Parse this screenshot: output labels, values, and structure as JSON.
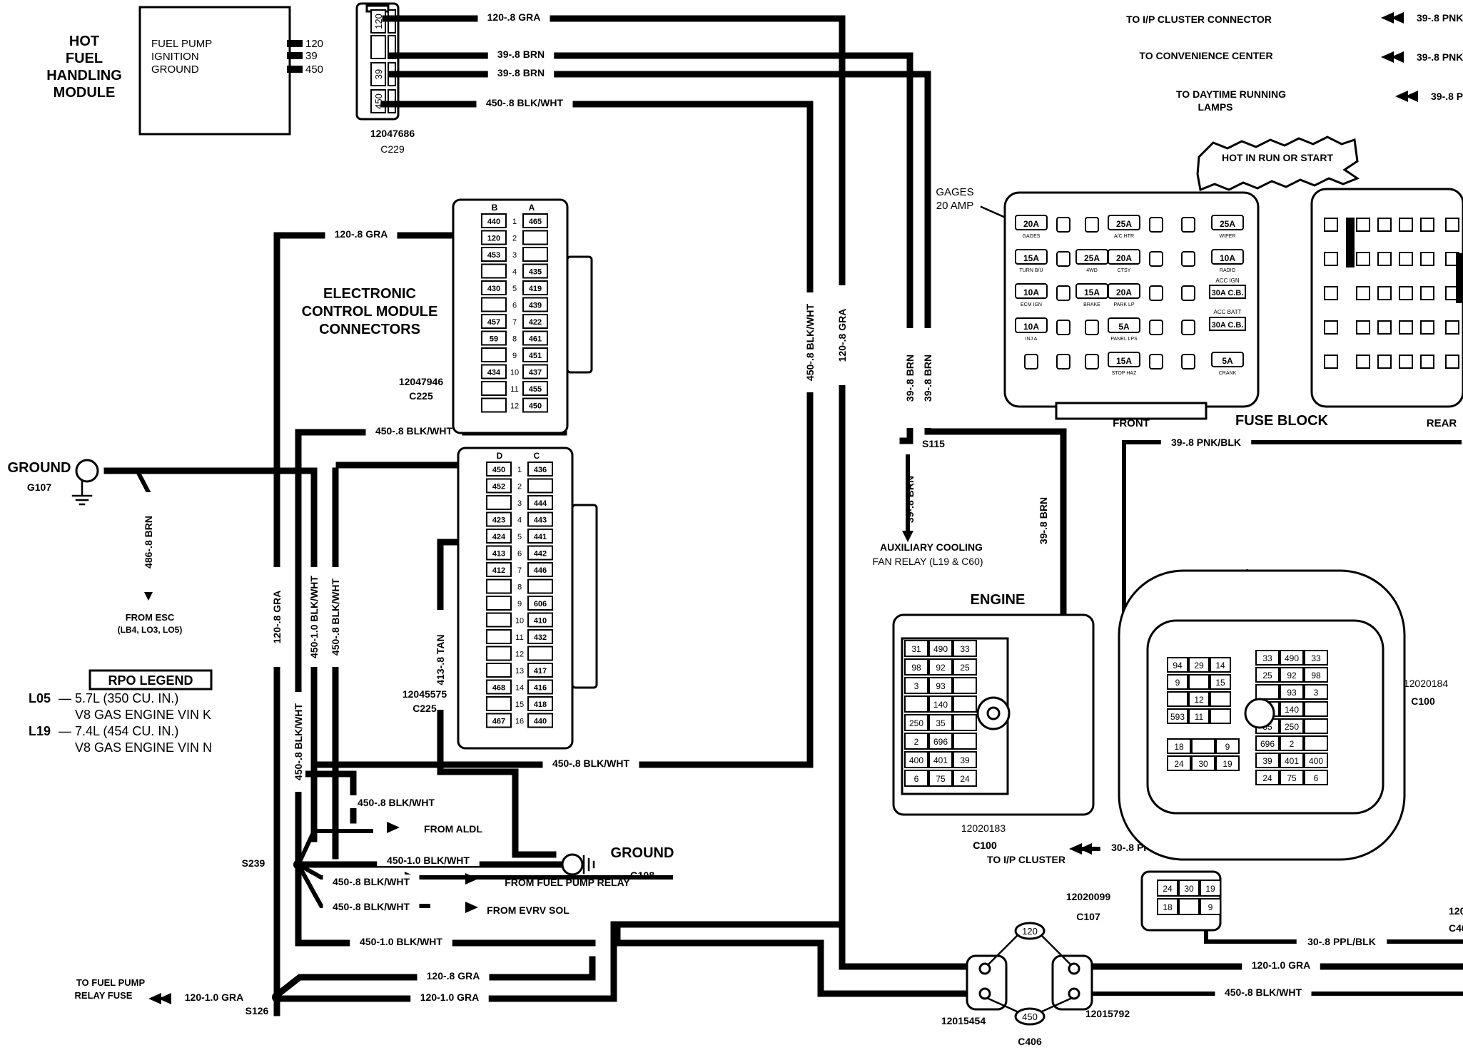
{
  "hot_fuel_module": {
    "title": [
      "HOT",
      "FUEL",
      "HANDLING",
      "MODULE"
    ],
    "lines": [
      "FUEL PUMP",
      "IGNITION",
      "GROUND"
    ],
    "pins": [
      "120",
      "39",
      "450"
    ]
  },
  "c229": {
    "part": "12047686",
    "name": "C229",
    "pins": [
      "120",
      "39",
      "450"
    ]
  },
  "wires": {
    "w120_gra_top": "120-.8 GRA",
    "w39_brn_1": "39-.8 BRN",
    "w39_brn_2": "39-.8 BRN",
    "w450_top": "450-.8 BLK/WHT",
    "w120_gra_ecm": "120-.8 GRA",
    "w450_under_ecm": "450-.8 BLK/WHT",
    "vert_450": "450-.8 BLK/WHT",
    "vert_120": "120-.8 GRA",
    "vert_39a": "39-.8 BRN",
    "vert_39b": "39-.8 BRN",
    "vert_39c": "39-.8 BRN",
    "vert_39_engine": "39-.8 BRN",
    "w486": "486-.8 BRN",
    "left_120": "120-.8 GRA",
    "left_450a": "450-1.0 BLK/WHT",
    "left_450b": "450-.8 BLK/WHT",
    "left_450c": "450-.8 BLK/WHT",
    "w413": "413-.8 TAN",
    "w450_mid": "450-.8 BLK/WHT",
    "aldl_wire": "450-.8 BLK/WHT",
    "g108_wire": "450-1.0 BLK/WHT",
    "fpr_wire": "450-.8 BLK/WHT",
    "evrv_wire": "450-.8 BLK/WHT",
    "w450_bottom": "450-1.0 BLK/WHT",
    "w120_bottom_a": "120-.8 GRA",
    "w120_bottom_b": "120-1.0 GRA",
    "w120_fuse": "120-1.0 GRA",
    "w39_pnk": "39-.8 PNK/BLK",
    "w30_ppl_a": "30-.8 PPL/BLK",
    "w30_ppl_b": "30-.8 PPL/BLK",
    "w120_right": "120-1.0 GRA",
    "w450_right": "450-.8 BLK/WHT"
  },
  "ecm": {
    "title": [
      "ELECTRONIC",
      "CONTROL MODULE",
      "CONNECTORS"
    ],
    "c225a_part": "12047946",
    "c225a_name": "C225",
    "c225b_part": "12045575",
    "c225b_name": "C225",
    "conn_a": {
      "header_b": "B",
      "header_a": "A",
      "rows": [
        [
          "440",
          "1",
          "465"
        ],
        [
          "120",
          "2",
          ""
        ],
        [
          "453",
          "3",
          ""
        ],
        [
          "",
          "4",
          "435"
        ],
        [
          "430",
          "5",
          "419"
        ],
        [
          "",
          "6",
          "439"
        ],
        [
          "457",
          "7",
          "422"
        ],
        [
          "59",
          "8",
          "461"
        ],
        [
          "",
          "9",
          "451"
        ],
        [
          "434",
          "10",
          "437"
        ],
        [
          "",
          "11",
          "455"
        ],
        [
          "",
          "12",
          "450"
        ]
      ]
    },
    "conn_b": {
      "header_d": "D",
      "header_c": "C",
      "rows": [
        [
          "450",
          "1",
          "436"
        ],
        [
          "452",
          "2",
          ""
        ],
        [
          "",
          "3",
          "444"
        ],
        [
          "423",
          "4",
          "443"
        ],
        [
          "424",
          "5",
          "441"
        ],
        [
          "413",
          "6",
          "442"
        ],
        [
          "412",
          "7",
          "446"
        ],
        [
          "",
          "8",
          ""
        ],
        [
          "",
          "9",
          "606"
        ],
        [
          "",
          "10",
          "410"
        ],
        [
          "",
          "11",
          "432"
        ],
        [
          "",
          "12",
          ""
        ],
        [
          "",
          "13",
          "417"
        ],
        [
          "468",
          "14",
          "416"
        ],
        [
          "",
          "15",
          "418"
        ],
        [
          "467",
          "16",
          "440"
        ]
      ]
    }
  },
  "ground_g107": {
    "label": "GROUND",
    "id": "G107"
  },
  "ground_g108": {
    "label": "GROUND",
    "id": "G108"
  },
  "from_esc": [
    "FROM ESC",
    "(LB4, LO3, LO5)"
  ],
  "rpo": {
    "title": "RPO LEGEND",
    "l05_code": "L05",
    "l05_line1": "— 5.7L (350 CU. IN.)",
    "l05_line2": "V8 GAS ENGINE VIN K",
    "l19_code": "L19",
    "l19_line1": "— 7.4L (454 CU. IN.)",
    "l19_line2": "V8 GAS ENGINE VIN N"
  },
  "splices": {
    "s239": "S239",
    "s126": "S126",
    "s115": "S115"
  },
  "labels": {
    "from_aldl": "FROM ALDL",
    "from_fpr": "FROM FUEL PUMP RELAY",
    "from_evrv": "FROM EVRV SOL",
    "to_fp_relay_fuse": [
      "TO FUEL PUMP",
      "RELAY FUSE"
    ],
    "aux_cooling": [
      "AUXILIARY COOLING",
      "FAN RELAY (L19 & C60)"
    ],
    "to_ip_cluster": "TO I/P CLUSTER",
    "c100_left": "C100"
  },
  "top_right": {
    "to_ip": "TO I/P CLUSTER CONNECTOR",
    "to_conv": "TO CONVENIENCE CENTER",
    "to_drl": [
      "TO DAYTIME RUNNING",
      "LAMPS"
    ],
    "w1": "39-.8 PNK",
    "w2": "39-.8 PNK",
    "w3": "39-.8 PNK",
    "hot": "HOT IN RUN OR START"
  },
  "fuse_block": {
    "title": "FUSE BLOCK",
    "front": "FRONT",
    "rear": "REAR",
    "gages_callout": [
      "GAGES",
      "20 AMP"
    ],
    "fuses": [
      {
        "amp": "20A",
        "name": "GAGES"
      },
      {
        "amp": "25A",
        "name": "A/C HTR"
      },
      {
        "amp": "25A",
        "name": "WIPER"
      },
      {
        "amp": "15A",
        "name": "TURN B/U"
      },
      {
        "amp": "25A",
        "name": "4WD"
      },
      {
        "amp": "20A",
        "name": "CTSY"
      },
      {
        "amp": "10A",
        "name": "RADIO"
      },
      {
        "amp": "10A",
        "name": "ECM IGN"
      },
      {
        "amp": "15A",
        "name": "BRAKE"
      },
      {
        "amp": "20A",
        "name": "PARK LP"
      },
      {
        "amp": "10A",
        "name": "INJ A"
      },
      {
        "amp": "5A",
        "name": "PANEL LPS"
      },
      {
        "amp": "15A",
        "name": "STOP HAZ"
      },
      {
        "amp": "5A",
        "name": "CRANK"
      }
    ],
    "cb1_title": "ACC IGN",
    "cb1": "30A C.B.",
    "cb2_title": "ACC BATT",
    "cb2": "30A C.B."
  },
  "engine_conn": {
    "title": "ENGINE",
    "part": "12020183",
    "name": "C100",
    "rows": [
      [
        "31",
        "490",
        "33"
      ],
      [
        "98",
        "92",
        "25"
      ],
      [
        "3",
        "93",
        ""
      ],
      [
        "",
        "140",
        ""
      ],
      [
        "250",
        "35",
        ""
      ],
      [
        "2",
        "696",
        ""
      ],
      [
        "400",
        "401",
        "39"
      ],
      [
        "6",
        "75",
        "24"
      ]
    ]
  },
  "ip_conn": {
    "title": "I/P",
    "part": "12020184",
    "name": "C100",
    "left_rows": [
      [
        "94",
        "29",
        "14"
      ],
      [
        "9",
        "",
        "15"
      ],
      [
        "",
        "12",
        ""
      ],
      [
        "593",
        "11",
        ""
      ]
    ],
    "right_rows": [
      [
        "33",
        "490",
        "33"
      ],
      [
        "25",
        "92",
        "98"
      ],
      [
        "",
        "93",
        "3"
      ],
      [
        "",
        "140",
        ""
      ],
      [
        "35",
        "250",
        ""
      ],
      [
        "696",
        "2",
        ""
      ],
      [
        "39",
        "401",
        "400"
      ],
      [
        "24",
        "75",
        "6"
      ]
    ],
    "bottom_rows": [
      [
        "18",
        "",
        "9"
      ],
      [
        "24",
        "30",
        "19"
      ]
    ]
  },
  "c107": {
    "part": "12020099",
    "name": "C107",
    "cells": [
      [
        "24",
        "30",
        "19"
      ],
      [
        "18",
        "",
        "9"
      ]
    ]
  },
  "c406": {
    "left_part": "12015454",
    "right_part": "12015792",
    "name": "C406",
    "top_pin": "120",
    "bottom_pin": "450"
  },
  "right_edge": {
    "part": "12020",
    "name": "C40"
  }
}
